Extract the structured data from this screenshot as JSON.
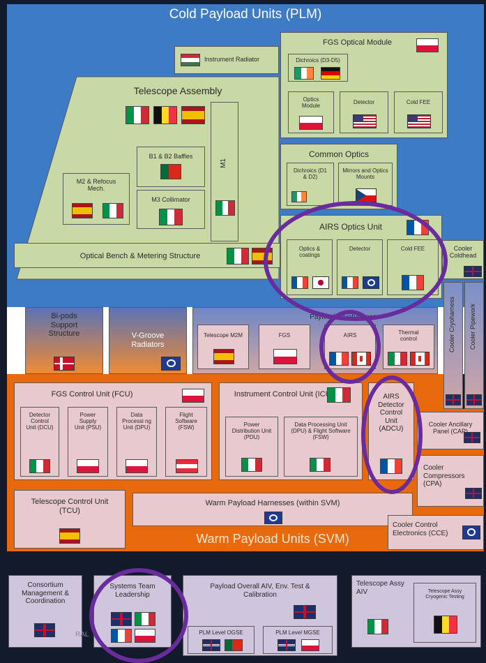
{
  "plm": {
    "title": "Cold Payload Units (PLM)",
    "instrument_radiator": "Instrument Radiator",
    "telescope_assembly": "Telescope Assembly",
    "b1b2_baffles": "B1 & B2 Baffles",
    "m1": "M1",
    "m2_refocus": "M2 & Refocus Mech.",
    "m3_collimator": "M3 Collimator",
    "optical_bench": "Optical Bench & Metering Structure",
    "fgs_optical_module": "FGS Optical Module",
    "dichroics_d3d5": "Dichroics (D3-D5)",
    "optics_module": "Optics Module",
    "detector": "Detector",
    "cold_fee": "Cold FEE",
    "common_optics": "Common Optics",
    "dichroics_d1d2": "Dichroics (D1 & D2)",
    "mirrors_mounts": "Mirrors and Optics Mounts",
    "airs_optics_unit": "AIRS Optics Unit",
    "optics_coatings": "Optics & coatings",
    "airs_detector": "Detector",
    "airs_cold_fee": "Cold FEE",
    "cooler_coldhead": "Cooler Coldhead"
  },
  "middle": {
    "bipods": "Bi-pods Support Structure",
    "vgroove": "V-Groove Radiators",
    "payload_cryo": "Payload Cryoharness",
    "telescope_m2m": "Telescope M2M",
    "fgs": "FGS",
    "airs": "AIRS",
    "thermal_control": "Thermal control",
    "cooler_cryoharness": "Cooler Cryoharness",
    "cooler_pipework": "Cooler Pipework"
  },
  "svm": {
    "title": "Warm Payload Units (SVM)",
    "fcu": "FGS Control Unit (FCU)",
    "dcu": "Detector Control Unit (DCU)",
    "psu": "Power Supply Unit (PSU)",
    "dpu": "Data Processi ng Unit (DPU)",
    "fsw": "Flight Software (FSW)",
    "icu": "Instrument Control Unit (ICU)",
    "pdu": "Power Distribution Unit (PDU)",
    "dpu_fsw": "Data Processing Unit (DPU) & Flight Software (FSW)",
    "adcu": "AIRS Detector Control Unit (ADCU)",
    "cap": "Cooler Ancillary Panel (CAP)",
    "cpa": "Cooler Compressors (CPA)",
    "tcu": "Telescope Control Unit (TCU)",
    "harness": "Warm Payload Harnesses (within SVM)",
    "cce": "Cooler Control Electronics (CCE)"
  },
  "bottom": {
    "consortium": "Consortium Management & Coordination",
    "systems_team": "Systems Team Leadership",
    "payload_aiv": "Payload Overall AIV, Env. Test & Calibration",
    "plm_ogse": "PLM Level OGSE",
    "plm_mgse": "PLM Level MGSE",
    "telescope_aiv": "Telescope Assy AIV",
    "telescope_cryo_test": "Telescope Assy Cryogenic Testing",
    "partial_text": "RAL"
  },
  "colors": {
    "plm_blue": "#3d7bc4",
    "svm_orange": "#e86a0c",
    "green_box": "#c9d9a6",
    "pink_box": "#e8c9ce",
    "lavender_box": "#cfc6de",
    "highlight_ring": "#6a2c9c"
  }
}
